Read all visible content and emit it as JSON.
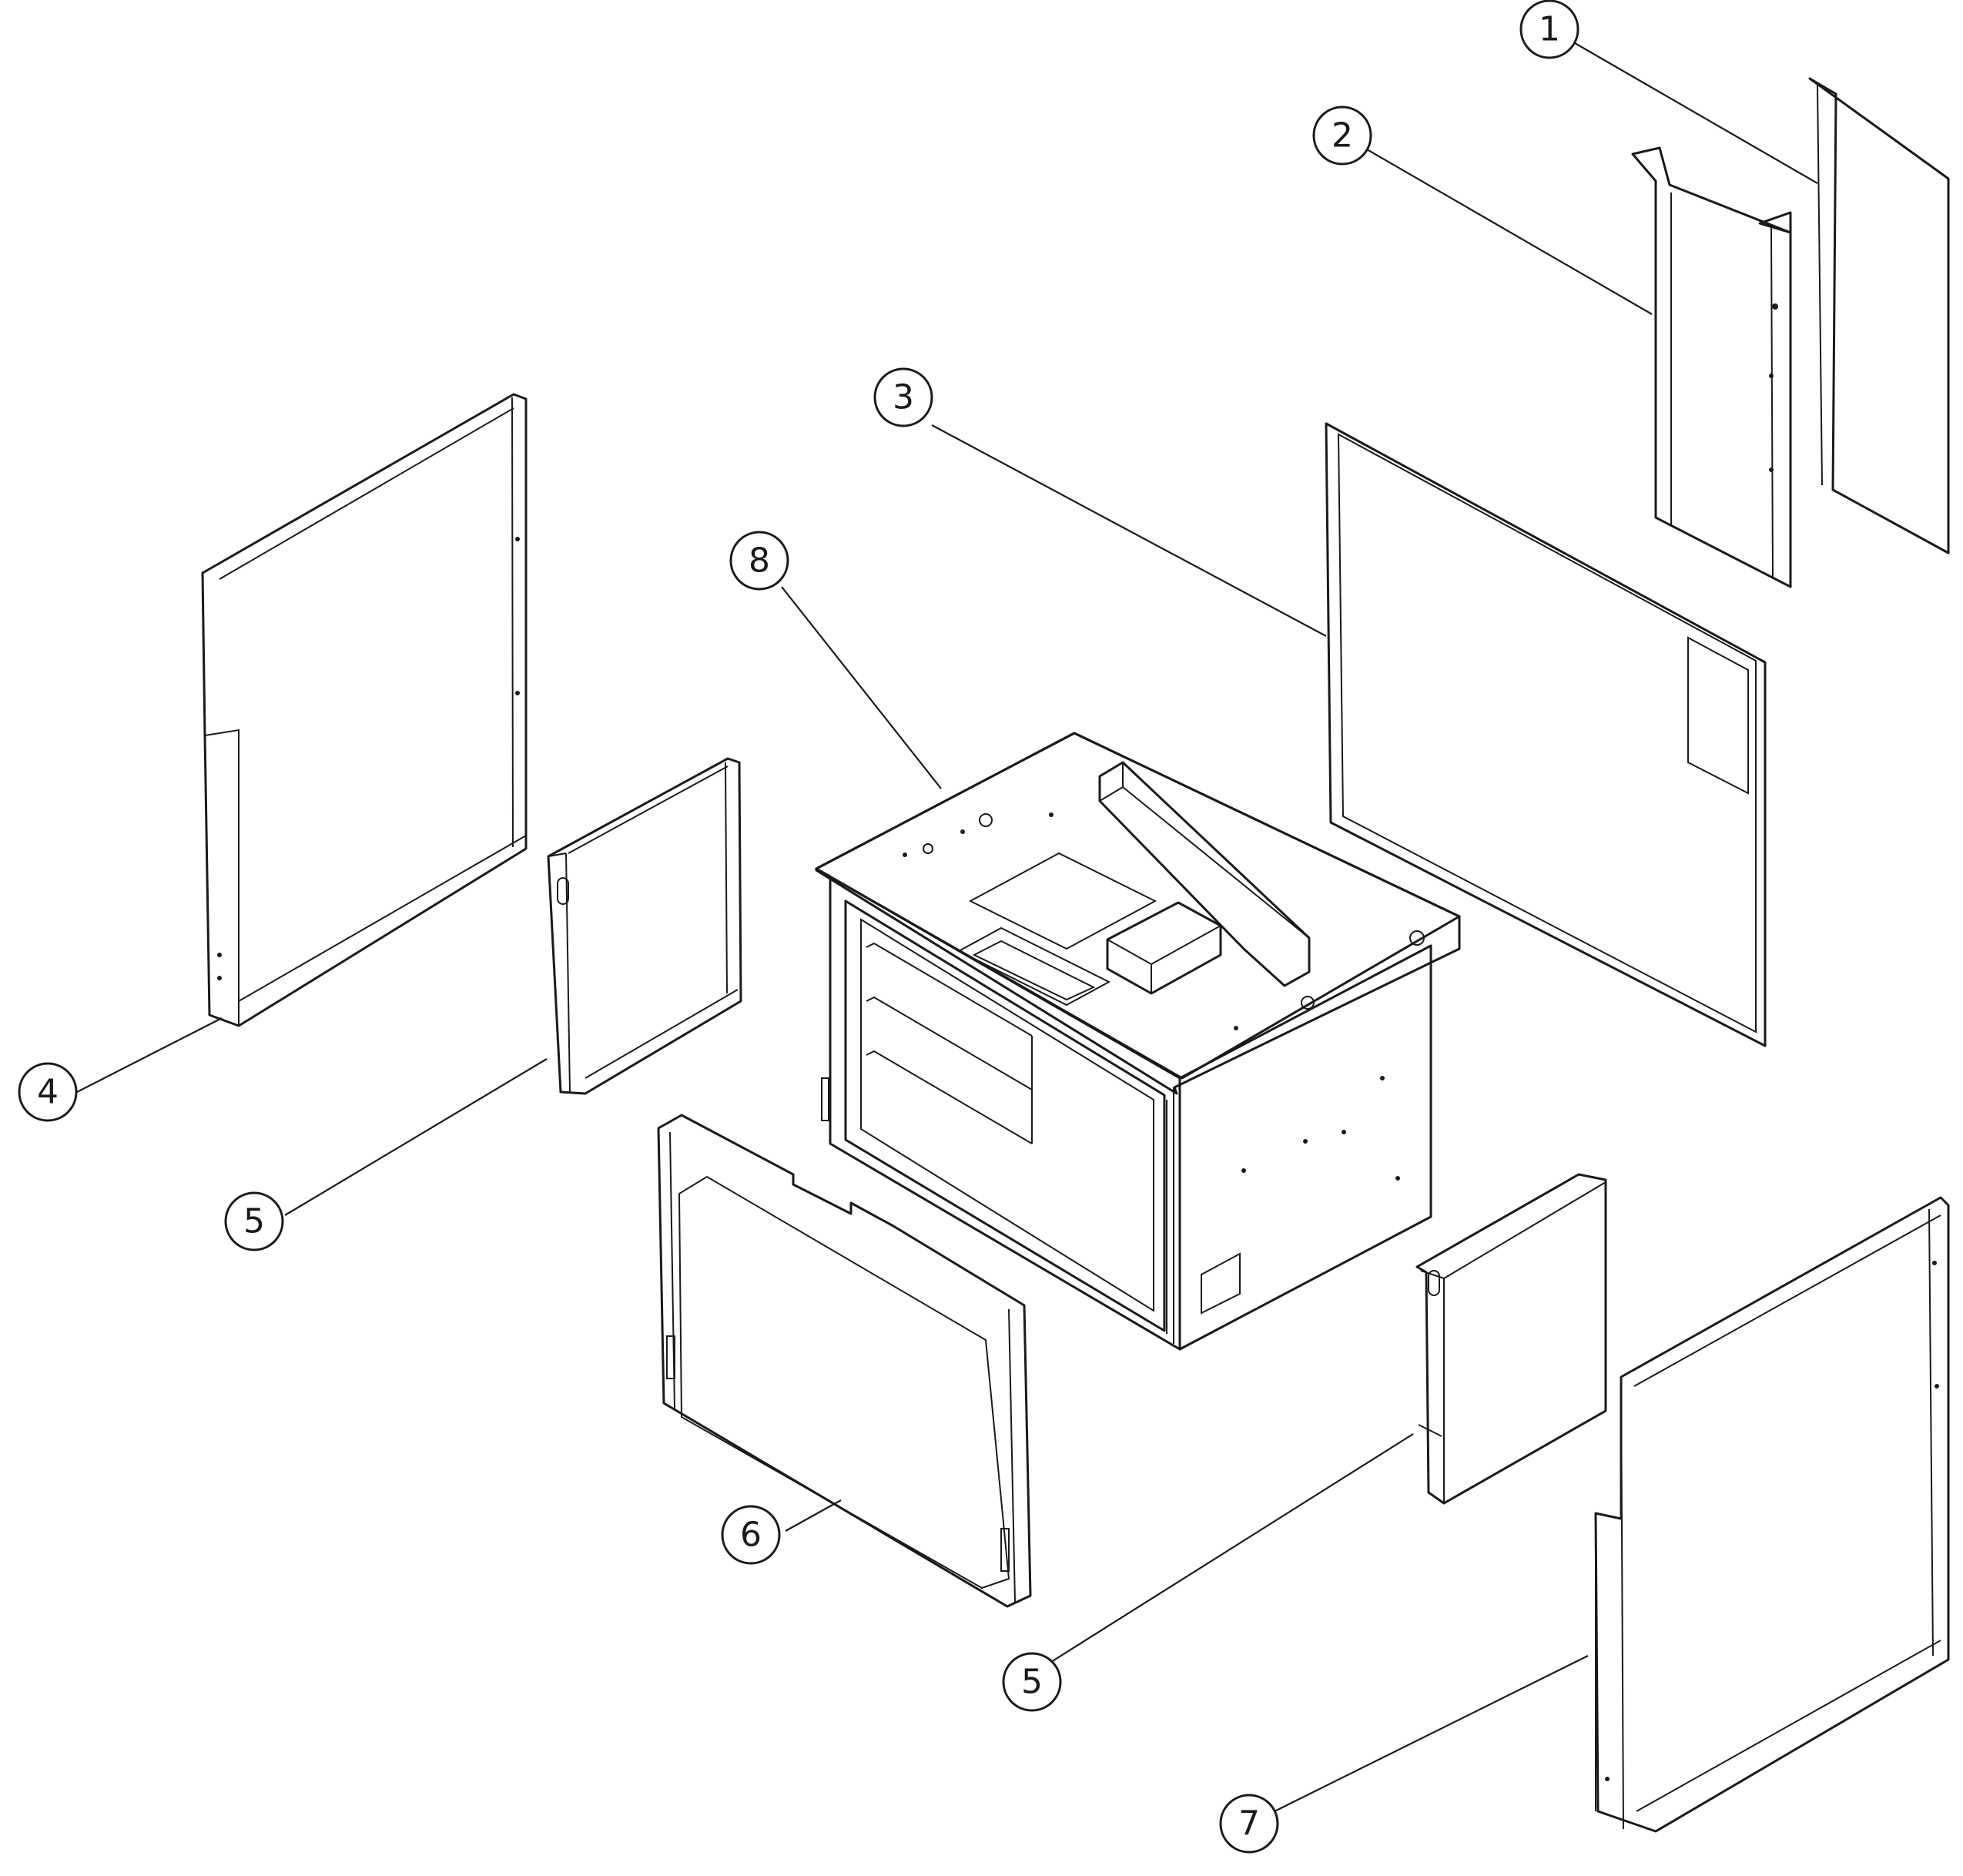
{
  "callouts": {
    "c1": "1",
    "c2": "2",
    "c3": "3",
    "c4": "4",
    "c5a": "5",
    "c5b": "5",
    "c6": "6",
    "c7": "7",
    "c8": "8"
  }
}
